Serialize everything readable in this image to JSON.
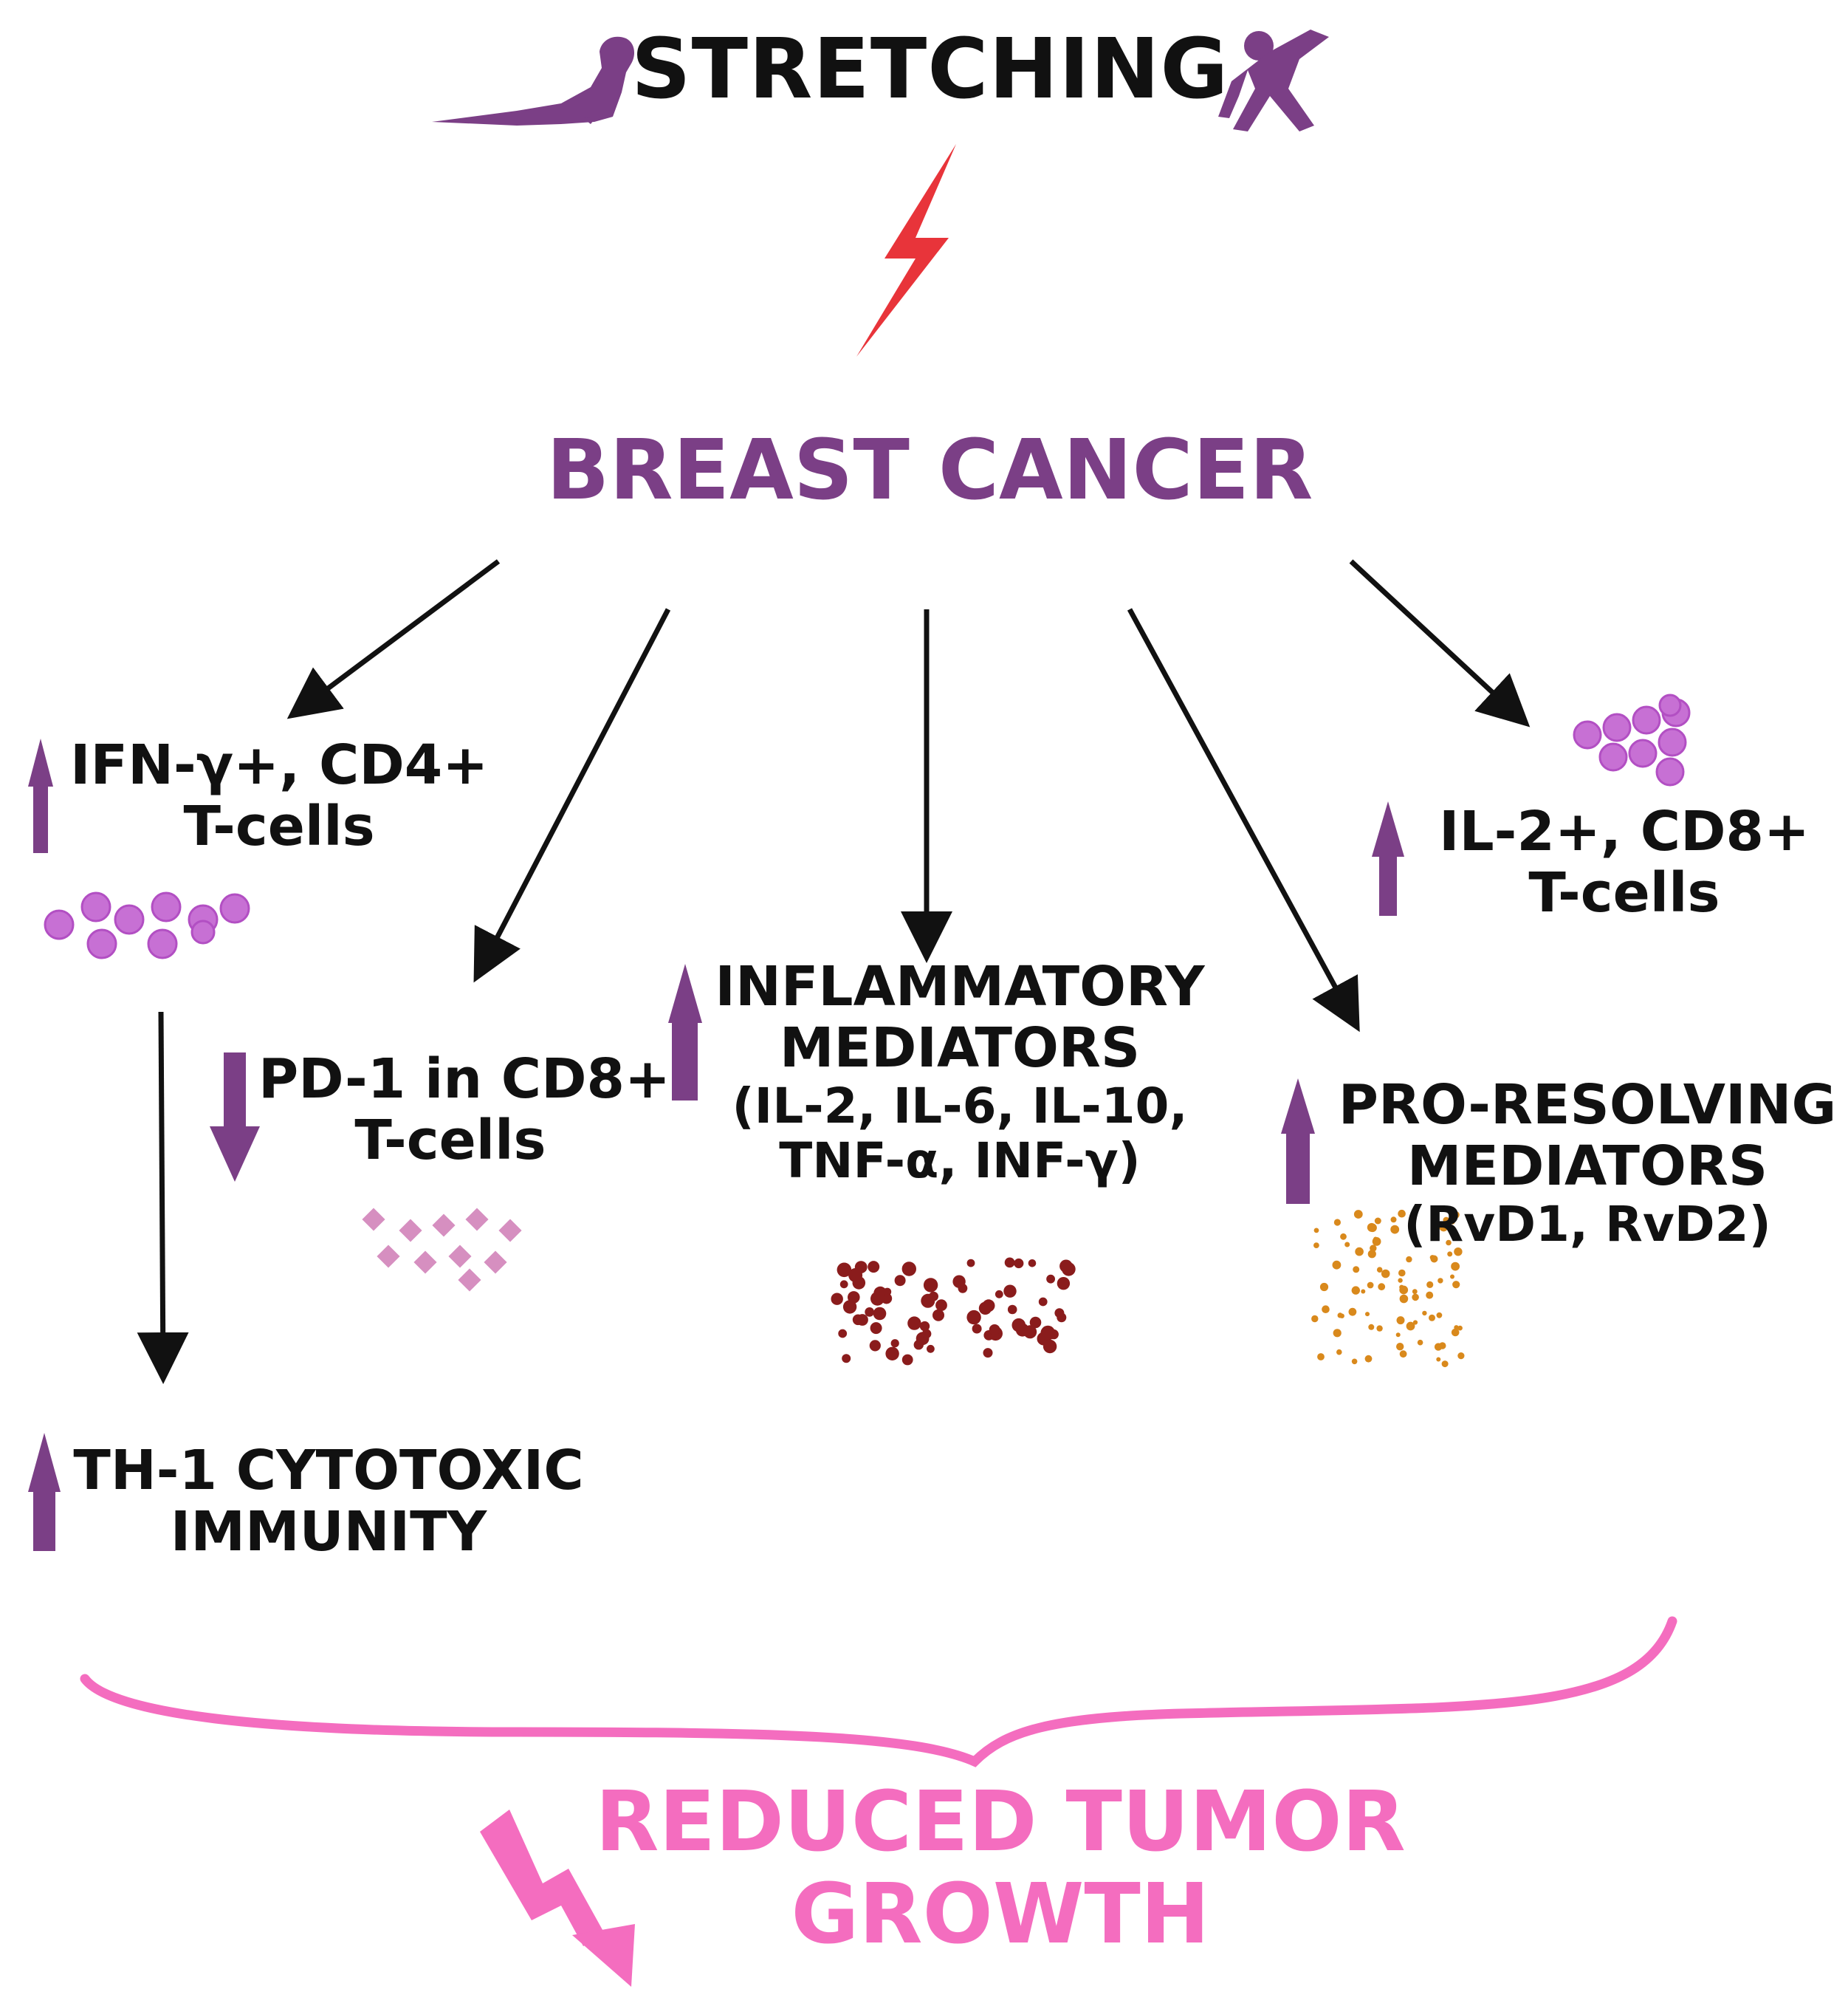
{
  "title": "STRETCHING",
  "center": "BREAST CANCER",
  "nodes": {
    "ifn": {
      "line1": "IFN-γ+, CD4+",
      "line2": "T-cells"
    },
    "pd1": {
      "line1": "PD-1 in CD8+",
      "line2": "T-cells"
    },
    "inflam": {
      "line1": "INFLAMMATORY",
      "line2": "MEDIATORS",
      "line3": "(IL-2, IL-6, IL-10,",
      "line4": "TNF-α, INF-γ)"
    },
    "proresolving": {
      "line1": "PRO-RESOLVING",
      "line2": "MEDIATORS",
      "line3": "(RvD1, RvD2)"
    },
    "il2": {
      "line1": "IL-2+, CD8+",
      "line2": "T-cells"
    },
    "th1": {
      "line1": "TH-1 CYTOTOXIC",
      "line2": "IMMUNITY"
    }
  },
  "outcome": {
    "line1": "REDUCED TUMOR",
    "line2": "GROWTH"
  },
  "colors": {
    "purple": "#7b3f86",
    "magenta": "#f46dbf",
    "bolt": "#e8343a",
    "cells": "#c770d4",
    "diamonds": "#d68fc0",
    "red_dots": "#8a1c1c",
    "orange_dots": "#d9891c"
  },
  "icons": [
    "yoga-cobra-pose-icon",
    "yoga-triangle-pose-icon",
    "lightning-bolt-icon",
    "up-arrow-icon",
    "down-arrow-icon",
    "zigzag-down-arrow-icon"
  ]
}
